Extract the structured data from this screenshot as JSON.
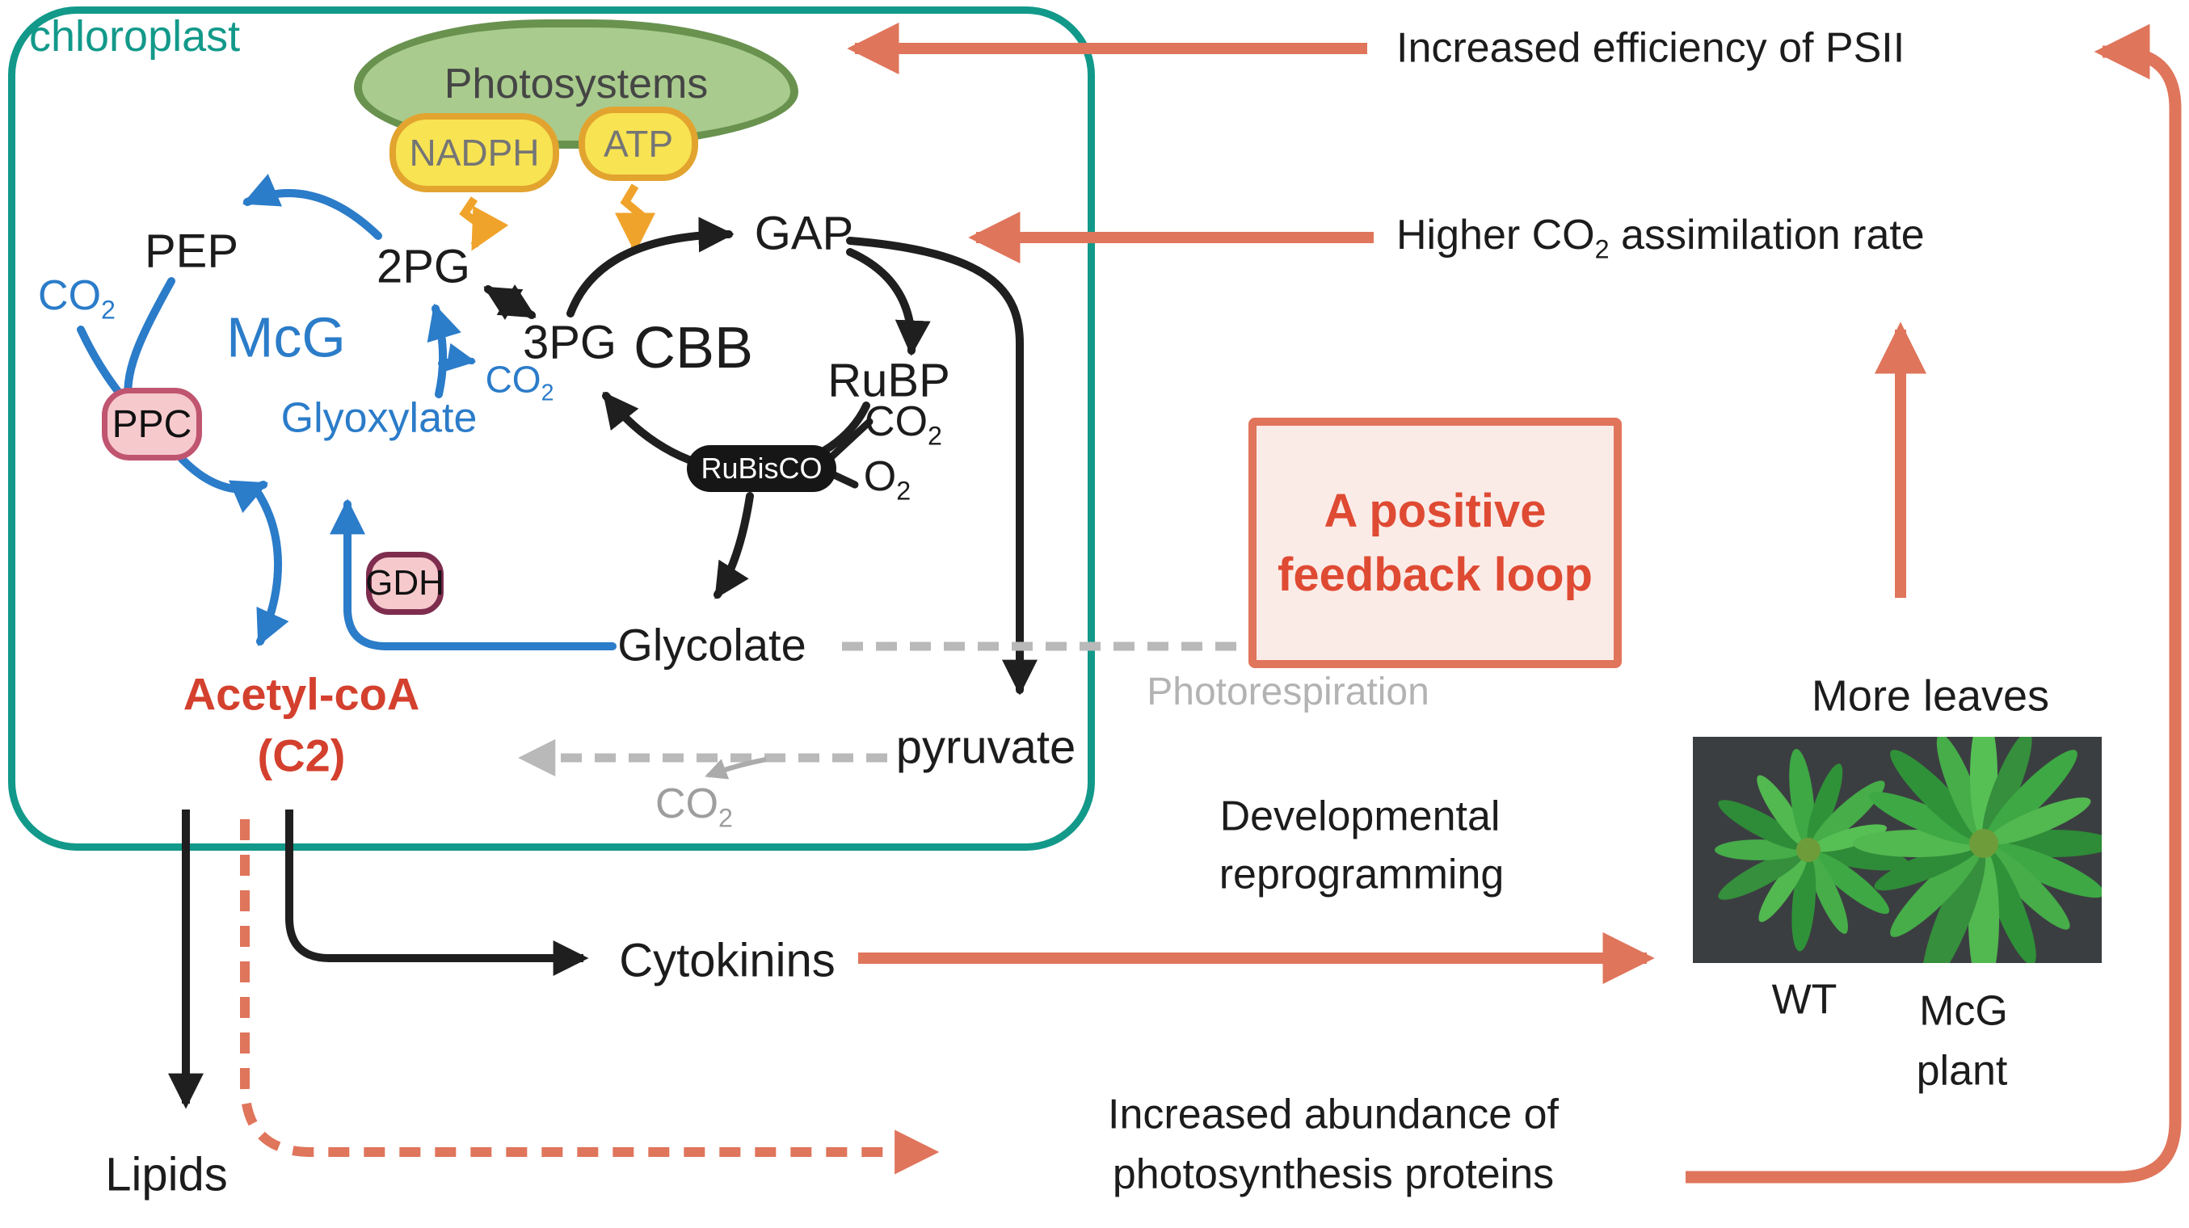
{
  "colors": {
    "teal": "#12998a",
    "blue": "#2b7cc9",
    "black": "#1f1f1f",
    "salmon": "#df755b",
    "gray_dashed": "#b9b9b9",
    "red_text": "#d4402e",
    "feedback_text": "#df4a33",
    "feedback_fill": "#fbebe7",
    "yellow_fill": "#f8e352",
    "yellow_border": "#e2a42f",
    "green_fill": "#a9cb8d",
    "green_border": "#69924f",
    "pink_fill": "#f6c9cd",
    "orange": "#f0a32b"
  },
  "chloroplast": {
    "label": "chloroplast"
  },
  "photosystems": {
    "label": "Photosystems",
    "nadph": "NADPH",
    "atp": "ATP"
  },
  "mcg_cycle": {
    "label": "McG",
    "pep": "PEP",
    "two_pg": "2PG",
    "ppc": "PPC",
    "glyoxylate": "Glyoxylate",
    "gdh": "GDH",
    "co2_in": {
      "main": "CO",
      "sub": "2"
    },
    "co2_out": {
      "main": "CO",
      "sub": "2"
    }
  },
  "cbb_cycle": {
    "label": "CBB",
    "gap": "GAP",
    "rubp": "RuBP",
    "three_pg": "3PG",
    "rubisco": "RuBisCO",
    "co2": {
      "main": "CO",
      "sub": "2"
    },
    "o2": {
      "main": "O",
      "sub": "2"
    }
  },
  "products": {
    "glycolate": "Glycolate",
    "pyruvate": "pyruvate",
    "acetyl_line1": "Acetyl-coA",
    "acetyl_line2": "(C2)",
    "lipids": "Lipids",
    "cytokinins": "Cytokinins"
  },
  "photorespiration": {
    "label": "Photorespiration",
    "co2_released": {
      "main": "CO",
      "sub": "2"
    },
    "co2_pyruvate": {
      "main": "CO",
      "sub": "2"
    }
  },
  "feedback": {
    "line1": "A positive",
    "line2": "feedback loop"
  },
  "outcomes": {
    "psii": "Increased efficiency of PSII",
    "assimilation": {
      "pre": "Higher CO",
      "sub": "2",
      "post": " assimilation rate"
    },
    "more_leaves": "More leaves",
    "dev_line1": "Developmental",
    "dev_line2": "reprogramming",
    "abundance_line1": "Increased abundance of",
    "abundance_line2": "photosynthesis proteins"
  },
  "plants": {
    "wt": "WT",
    "mcg_line1": "McG",
    "mcg_line2": "plant"
  }
}
